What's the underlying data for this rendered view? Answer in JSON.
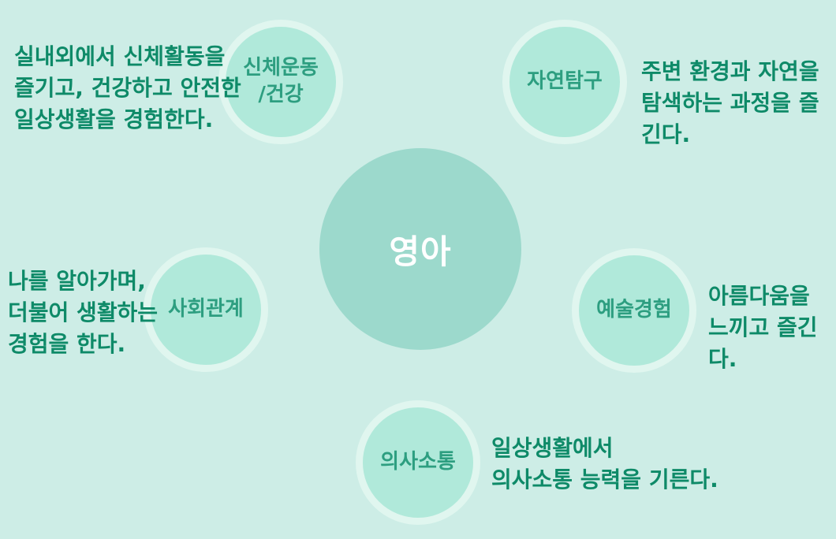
{
  "colors": {
    "background": "#cdede6",
    "satellite_fill": "#b0e9da",
    "halo": "#e0f6ef",
    "center_fill": "#9cd9cc",
    "center_text": "#ffffff",
    "label": "#2d9e80",
    "description": "#0e8a68"
  },
  "center": {
    "label": "영아"
  },
  "areas": [
    {
      "name": "physical-health",
      "label": "신체운동\n/건강",
      "description": "실내외에서 신체활동을\n즐기고, 건강하고 안전한\n일상생활을 경험한다."
    },
    {
      "name": "nature-exploration",
      "label": "자연탐구",
      "description": "주변 환경과 자연을\n탐색하는 과정을 즐긴다."
    },
    {
      "name": "social-relationships",
      "label": "사회관계",
      "description": "나를 알아가며,\n더불어 생활하는\n경험을 한다."
    },
    {
      "name": "art-experience",
      "label": "예술경험",
      "description": "아름다움을\n느끼고 즐긴다."
    },
    {
      "name": "communication",
      "label": "의사소통",
      "description": "일상생활에서\n의사소통 능력을 기른다."
    }
  ]
}
